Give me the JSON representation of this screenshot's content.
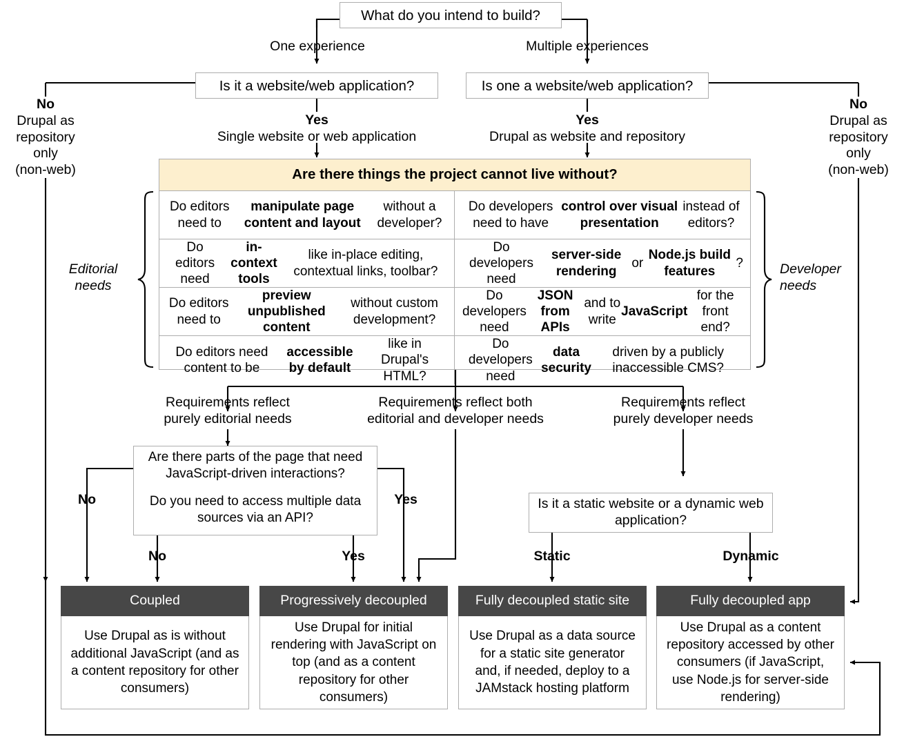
{
  "diagram": {
    "title": "Drupal decoupled decision flowchart",
    "colors": {
      "accent_yellow": "#fdefce",
      "result_header": "#474747",
      "box_border": "#adadad",
      "wire": "#000000"
    },
    "root_question": "What do you intend to build?",
    "branch_labels": {
      "left": "One experience",
      "right": "Multiple experiences"
    },
    "level2": {
      "left_question": "Is it a website/web application?",
      "right_question": "Is one a website/web application?"
    },
    "level2_answers": {
      "left_yes_bold": "Yes",
      "left_yes_text": "Single website or web application",
      "right_yes_bold": "Yes",
      "right_yes_text": "Drupal as website and repository",
      "far_left_no_bold": "No",
      "far_left_no_text": "Drupal as\nrepository\nonly\n(non-web)",
      "far_right_no_bold": "No",
      "far_right_no_text": "Drupal as\nrepository\nonly\n(non-web)"
    },
    "needs": {
      "header": "Are there things the project cannot live without?",
      "left_bracket_label": "Editorial\nneeds",
      "right_bracket_label": "Developer\nneeds",
      "editorial": [
        "Do editors need to <b>manipulate page content and layout</b> without a developer?",
        "Do editors need <b>in-context tools</b> like in-place editing, contextual links, toolbar?",
        "Do editors need to <b>preview unpublished content</b> without custom development?",
        "Do editors need content to be <b>accessible by default</b> like in Drupal's HTML?"
      ],
      "developer": [
        "Do developers need to have <b>control over visual presentation</b> instead of editors?",
        "Do developers need <b>server-side rendering</b> or <b>Node.js build features</b>?",
        "Do developers need <b>JSON from APIs</b> and to write <b>JavaScript</b> for the front end?",
        "Do developers need <b>data security</b> driven by a publicly inaccessible CMS?"
      ]
    },
    "outcomes_labels": {
      "editorial_only": "Requirements reflect\npurely editorial needs",
      "both": "Requirements reflect both\neditorial and developer needs",
      "developer_only": "Requirements reflect\npurely developer needs"
    },
    "js_questions": [
      "Are there parts of the page that need JavaScript-driven interactions?",
      "Do you need to access multiple data sources via an API?"
    ],
    "js_answers": {
      "outer_no": "No",
      "inner_no": "No",
      "inner_yes": "Yes",
      "outer_yes": "Yes"
    },
    "static_question": "Is it a static website or a dynamic web application?",
    "static_answers": {
      "static": "Static",
      "dynamic": "Dynamic"
    },
    "results": [
      {
        "title": "Coupled",
        "body": "Use Drupal as is without additional JavaScript (and as a content repository for other consumers)"
      },
      {
        "title": "Progressively decoupled",
        "body": "Use Drupal for initial rendering with JavaScript on top (and as a content repository for other consumers)"
      },
      {
        "title": "Fully decoupled static site",
        "body": "Use Drupal as a data source for a static site generator and, if needed, deploy to a JAMstack hosting platform"
      },
      {
        "title": "Fully decoupled app",
        "body": "Use Drupal as a content repository accessed by other consumers (if JavaScript, use Node.js for server-side rendering)"
      }
    ]
  }
}
